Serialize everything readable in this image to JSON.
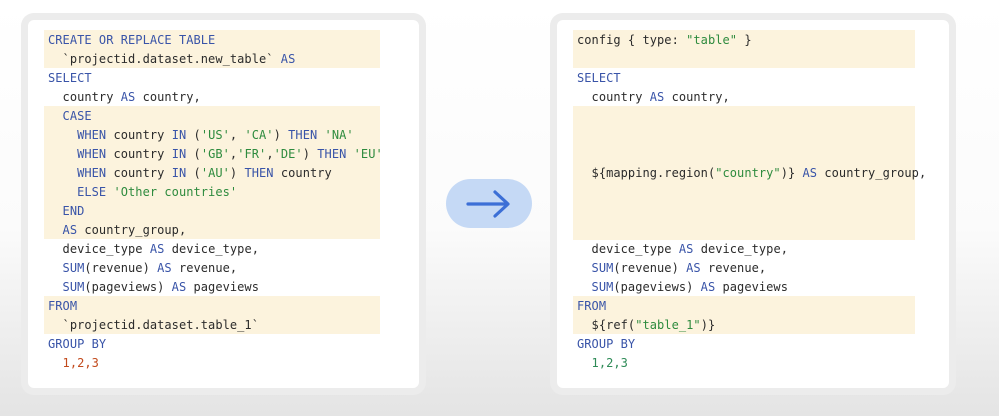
{
  "left": {
    "lines": [
      [
        "kw:CREATE OR REPLACE TABLE"
      ],
      [
        "txt:  `projectid.dataset.new_table` ",
        "kw:AS"
      ],
      [
        "kw:SELECT"
      ],
      [
        "txt:  country ",
        "kw:AS",
        "txt: country,"
      ],
      [
        "kw:  CASE"
      ],
      [
        "kw:    WHEN",
        "txt: country ",
        "kw:IN",
        "txt: (",
        "str:'US'",
        "txt:, ",
        "str:'CA'",
        "txt:) ",
        "kw:THEN",
        "txt: ",
        "str:'NA'"
      ],
      [
        "kw:    WHEN",
        "txt: country ",
        "kw:IN",
        "txt: (",
        "str:'GB'",
        "txt:,",
        "str:'FR'",
        "txt:,",
        "str:'DE'",
        "txt:) ",
        "kw:THEN",
        "txt: ",
        "str:'EU'"
      ],
      [
        "kw:    WHEN",
        "txt: country ",
        "kw:IN",
        "txt: (",
        "str:'AU'",
        "txt:) ",
        "kw:THEN",
        "txt: country"
      ],
      [
        "kw:    ELSE",
        "txt: ",
        "str:'Other countries'"
      ],
      [
        "kw:  END"
      ],
      [
        "kw:  AS",
        "txt: country_group,"
      ],
      [
        "txt:  device_type ",
        "kw:AS",
        "txt: device_type,"
      ],
      [
        "kw:  SUM",
        "txt:(revenue) ",
        "kw:AS",
        "txt: revenue,"
      ],
      [
        "kw:  SUM",
        "txt:(pageviews) ",
        "kw:AS",
        "txt: pageviews"
      ],
      [
        "kw:FROM"
      ],
      [
        "txt:  `projectid.dataset.table_1`"
      ],
      [
        "kw:GROUP BY"
      ],
      [
        "num:  1,2,3"
      ]
    ]
  },
  "right": {
    "lines": [
      [
        "txt:config { type: ",
        "str:\"table\"",
        "txt: }"
      ],
      [
        "txt:"
      ],
      [
        "kw:SELECT"
      ],
      [
        "txt:  country ",
        "kw:AS",
        "txt: country,"
      ],
      [
        "txt:"
      ],
      [
        "txt:"
      ],
      [
        "txt:"
      ],
      [
        "txt:  ${mapping.region(",
        "str:\"country\"",
        "txt:)} ",
        "kw:AS",
        "txt: country_group,"
      ],
      [
        "txt:"
      ],
      [
        "txt:"
      ],
      [
        "txt:"
      ],
      [
        "txt:  device_type ",
        "kw:AS",
        "txt: device_type,"
      ],
      [
        "kw:  SUM",
        "txt:(revenue) ",
        "kw:AS",
        "txt: revenue,"
      ],
      [
        "kw:  SUM",
        "txt:(pageviews) ",
        "kw:AS",
        "txt: pageviews"
      ],
      [
        "kw:FROM"
      ],
      [
        "txt:  ${ref(",
        "str:\"table_1\"",
        "txt:)}"
      ],
      [
        "kw:GROUP BY"
      ],
      [
        "num2:  1,2,3"
      ]
    ]
  },
  "arrow": {
    "icon": "arrow-right-icon",
    "color": "#3c6fd6"
  }
}
